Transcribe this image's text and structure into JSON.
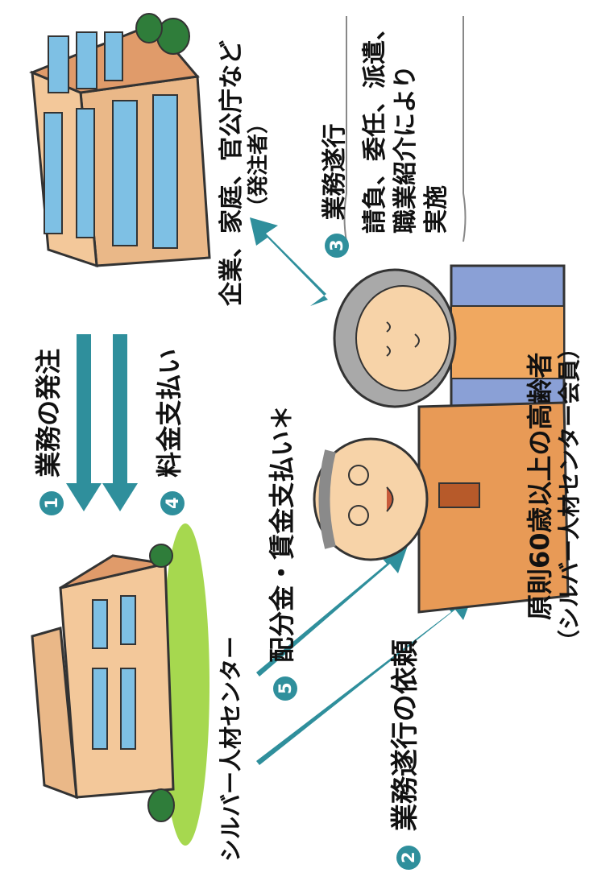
{
  "nodes": {
    "clients": {
      "label": "企業、家庭、官公庁など",
      "sub": "（発注者）"
    },
    "center": {
      "label": "シルバー人材センター"
    },
    "members": {
      "label": "原則60歳以上の高齢者",
      "sub": "（シルバー人材センター会員）"
    }
  },
  "steps": [
    {
      "num": "1",
      "label": "業務の発注"
    },
    {
      "num": "2",
      "label": "業務遂行の依頼"
    },
    {
      "num": "3",
      "label": "業務遂行",
      "detail": [
        "請負、委任、派遣、",
        "職業紹介により",
        "実施"
      ]
    },
    {
      "num": "4",
      "label": "料金支払い"
    },
    {
      "num": "5",
      "label": "配分金・賃金支払い＊"
    }
  ],
  "colors": {
    "arrow": "#2f8f9c",
    "building_wall": "#f3c89a",
    "window": "#7ec0e4",
    "grass": "#a6d84f",
    "tree": "#2f7d3a"
  }
}
